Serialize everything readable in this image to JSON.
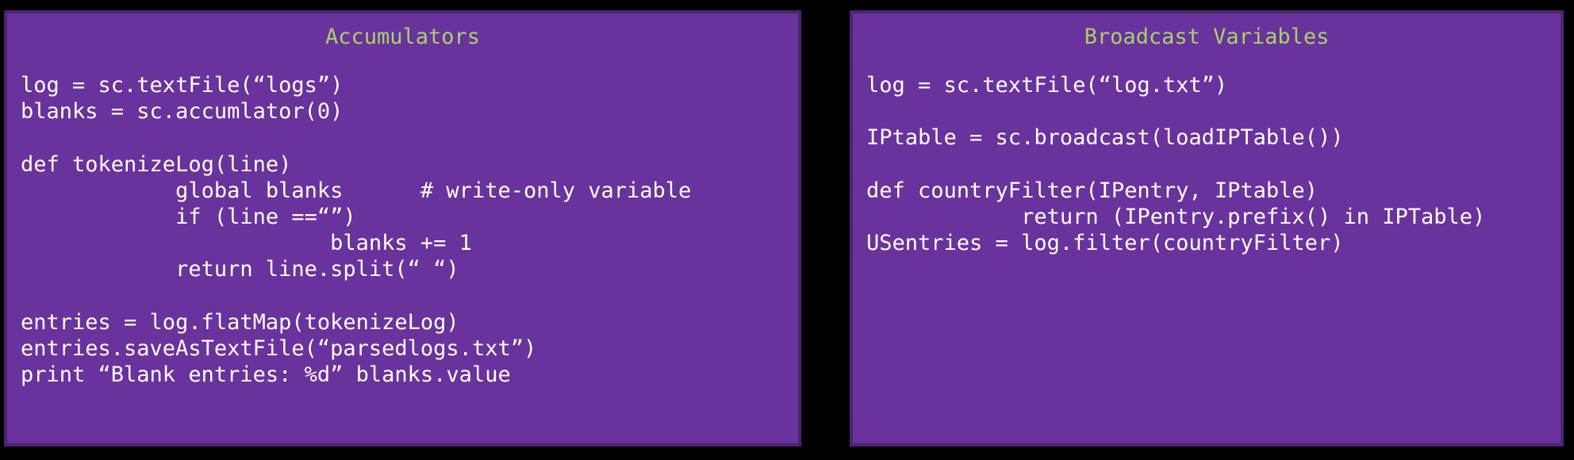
{
  "accumulators": {
    "title": "Accumulators",
    "lines": [
      "log = sc.textFile(“logs”)",
      "blanks = sc.accumlator(0)",
      "",
      "def tokenizeLog(line)",
      "            global blanks      # write-only variable",
      "            if (line ==“”)",
      "                        blanks += 1",
      "            return line.split(“ “)",
      "",
      "entries = log.flatMap(tokenizeLog)",
      "entries.saveAsTextFile(“parsedlogs.txt”)",
      "print “Blank entries: %d” blanks.value"
    ]
  },
  "broadcast": {
    "title": "Broadcast Variables",
    "lines": [
      "log = sc.textFile(“log.txt”)",
      "",
      "IPtable = sc.broadcast(loadIPTable())",
      "",
      "def countryFilter(IPentry, IPtable)",
      "            return (IPentry.prefix() in IPTable)",
      "USentries = log.filter(countryFilter)"
    ]
  },
  "colors": {
    "background": "#000000",
    "panel": "#6a329c",
    "panel_border": "#4b2473",
    "title": "#a7d468",
    "code_text": "#ffffff"
  }
}
